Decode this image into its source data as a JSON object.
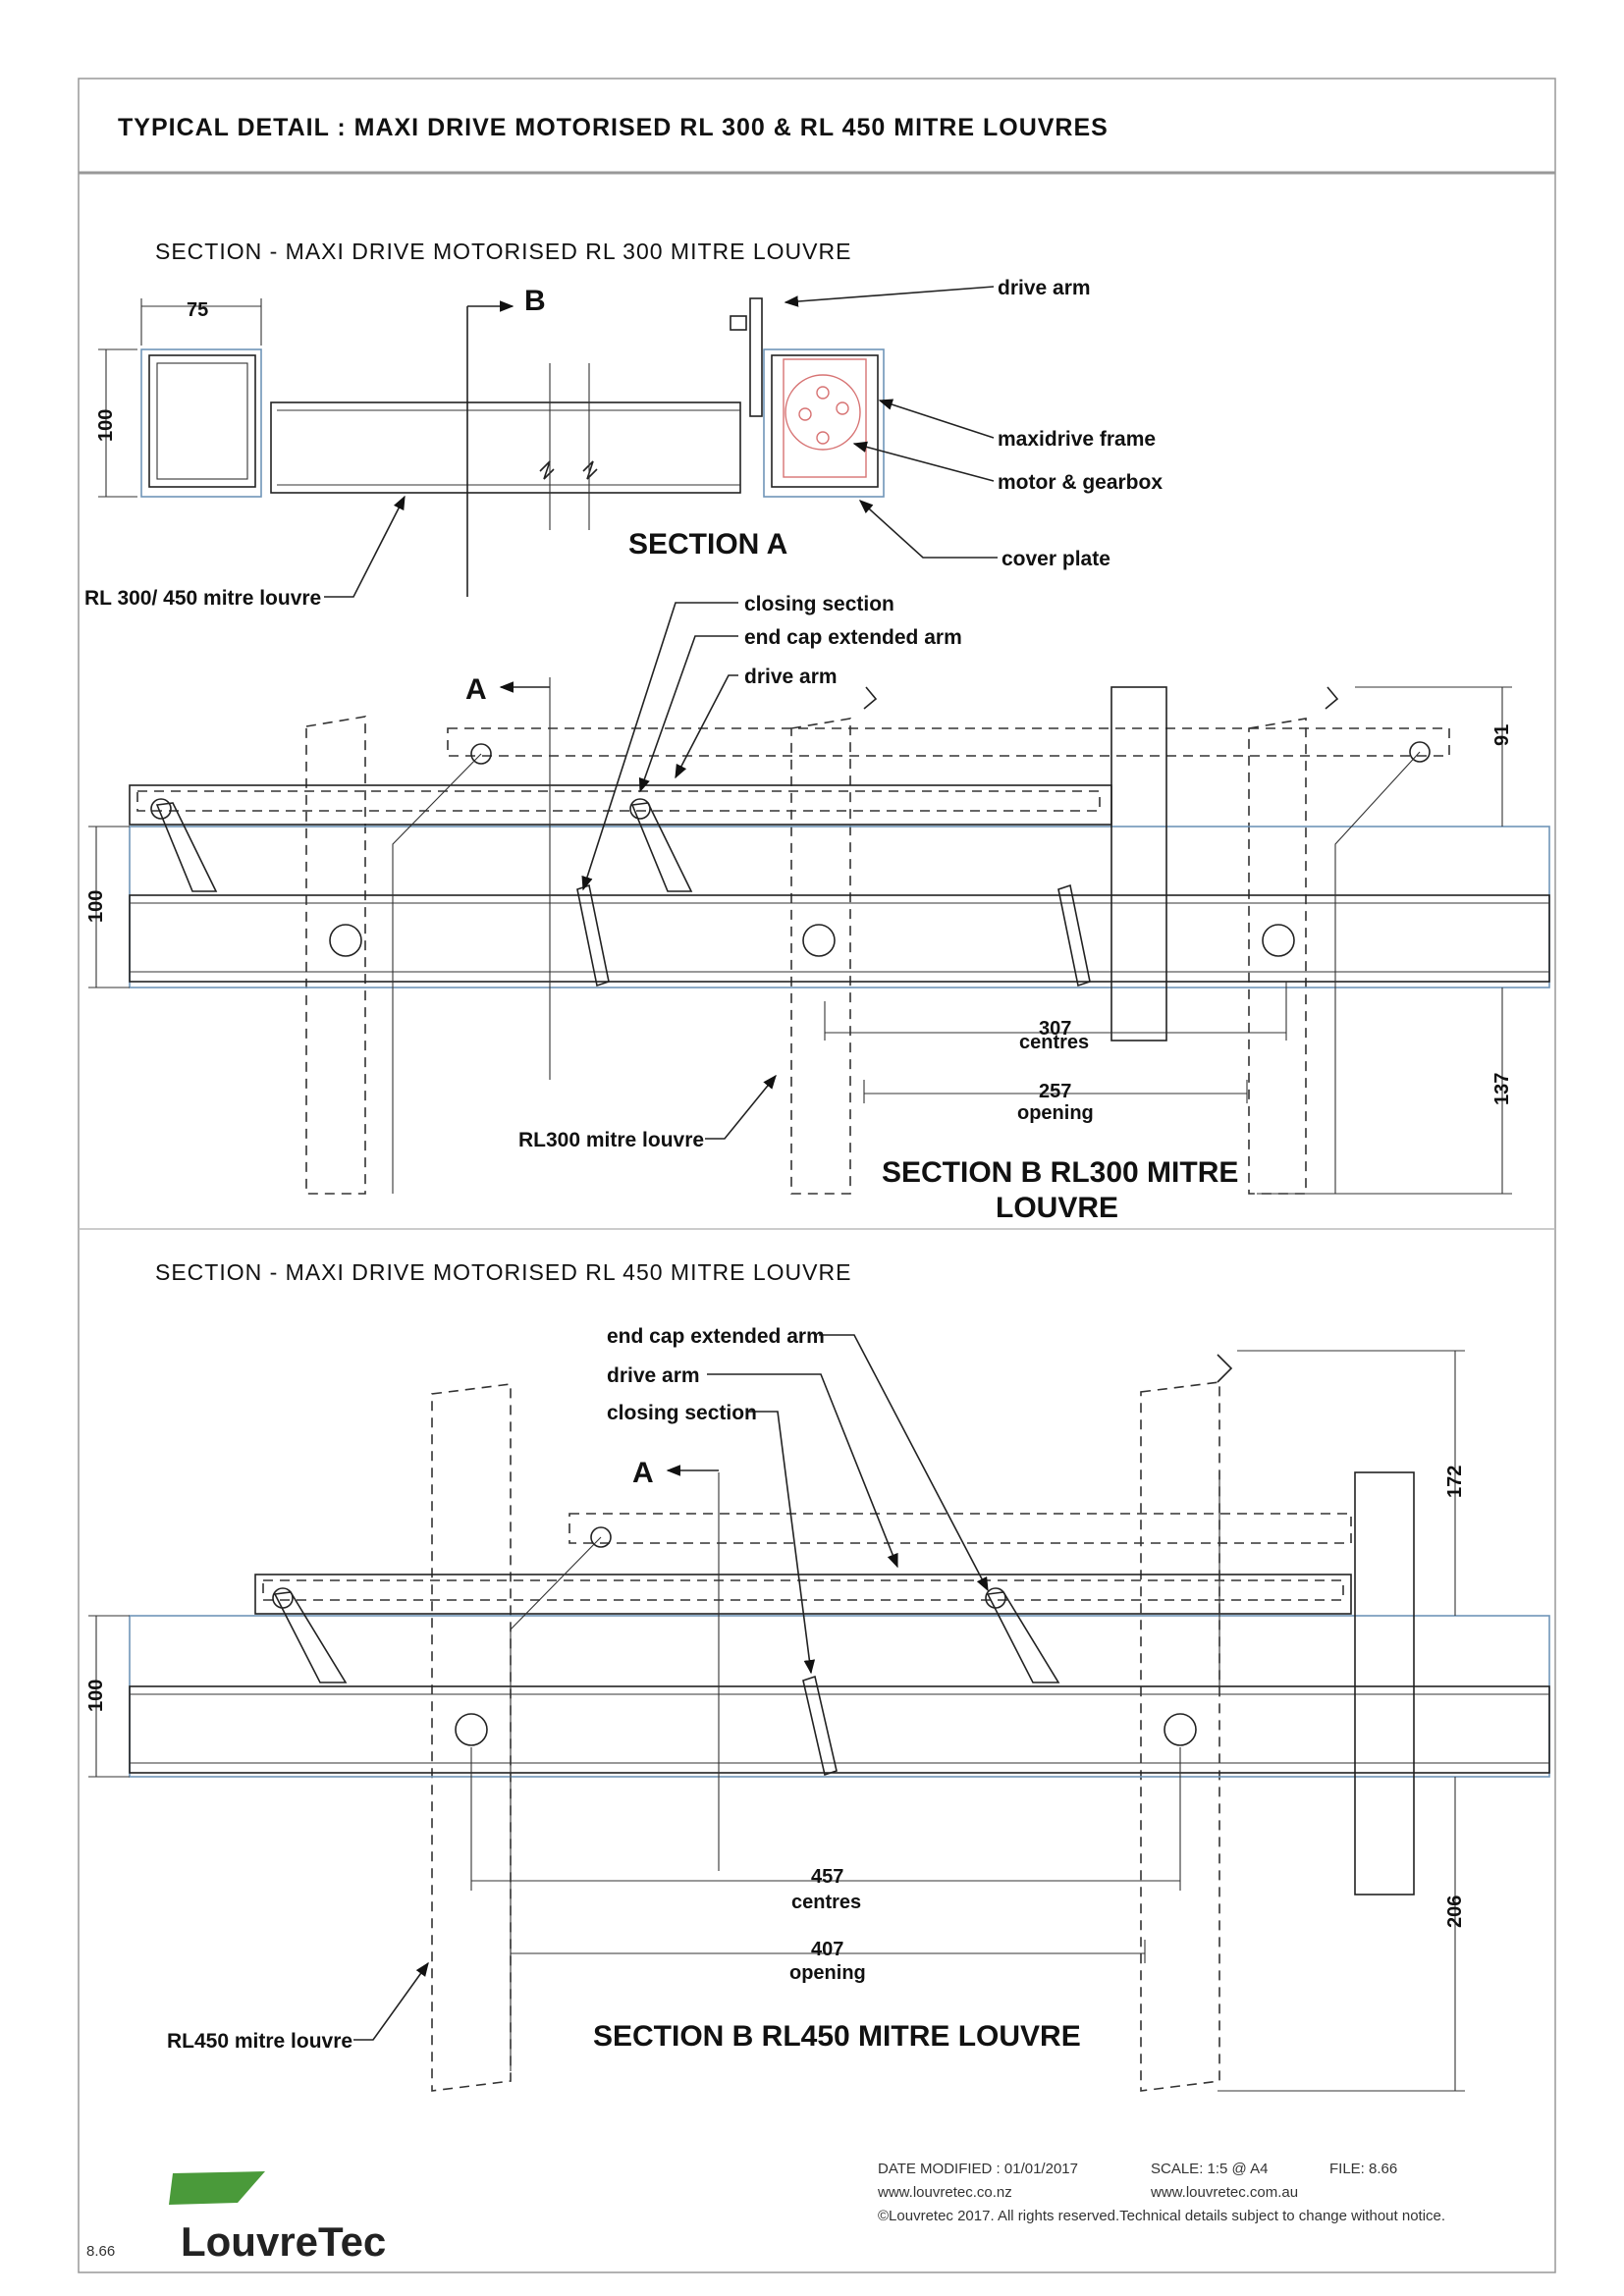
{
  "header": {
    "title": "TYPICAL DETAIL : MAXI DRIVE MOTORISED RL 300 & RL 450 MITRE LOUVRES"
  },
  "section_rl300": {
    "heading": "SECTION - MAXI DRIVE MOTORISED RL 300 MITRE LOUVRE",
    "section_a_title": "SECTION A",
    "marker_a": "A",
    "marker_b": "B",
    "dims": {
      "width": "75",
      "height": "100",
      "height_b": "100",
      "rise": "91",
      "drop": "137",
      "centres_value": "307",
      "centres_label": "centres",
      "opening_value": "257",
      "opening_label": "opening"
    },
    "callouts": {
      "drive_arm_top": "drive arm",
      "maxidrive_frame": "maxidrive frame",
      "motor_gearbox": "motor & gearbox",
      "cover_plate": "cover plate",
      "mitre_louvre": "RL 300/ 450 mitre louvre",
      "closing_section": "closing section",
      "end_cap_arm": "end cap extended arm",
      "drive_arm": "drive arm",
      "rl300_louvre": "RL300 mitre louvre"
    },
    "section_b_title_line1": "SECTION B RL300 MITRE",
    "section_b_title_line2": "LOUVRE"
  },
  "section_rl450": {
    "heading": "SECTION - MAXI DRIVE MOTORISED RL 450 MITRE LOUVRE",
    "marker_a": "A",
    "dims": {
      "height": "100",
      "rise": "172",
      "drop": "206",
      "centres_value": "457",
      "centres_label": "centres",
      "opening_value": "407",
      "opening_label": "opening"
    },
    "callouts": {
      "end_cap_arm": "end cap extended arm",
      "drive_arm": "drive arm",
      "closing_section": "closing section",
      "rl450_louvre": "RL450 mitre louvre"
    },
    "section_b_title": "SECTION B RL450 MITRE LOUVRE"
  },
  "footer": {
    "page_ref": "8.66",
    "brand": "LouvreTec",
    "date_modified": "DATE MODIFIED : 01/01/2017",
    "scale": "SCALE: 1:5 @ A4",
    "file": "FILE: 8.66",
    "url_nz": "www.louvretec.co.nz",
    "url_au": "www.louvretec.com.au",
    "copyright": "©Louvretec 2017. All rights reserved.Technical details subject to change without notice.",
    "brand_color": "#4a9a3a"
  }
}
